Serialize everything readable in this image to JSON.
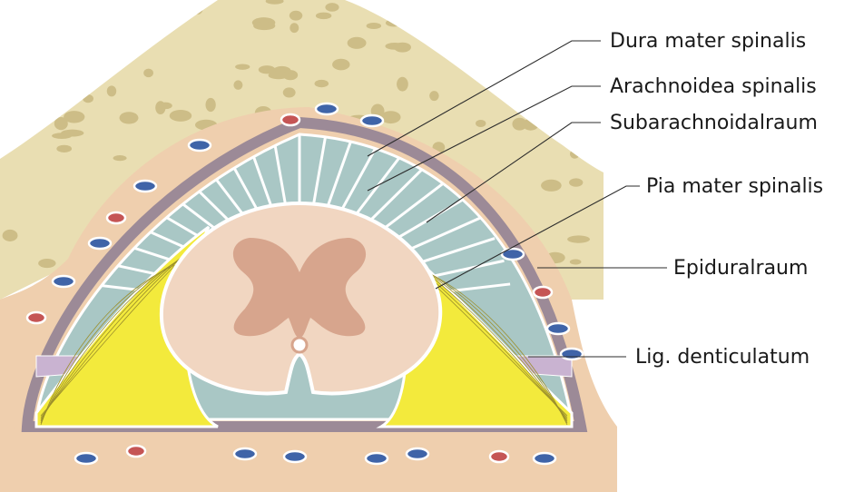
{
  "diagram": {
    "labels": {
      "dura": "Dura mater spinalis",
      "arachnoid": "Arachnoidea spinalis",
      "subarachnoid": "Subarachnoidalraum",
      "pia": "Pia mater spinalis",
      "epidural": "Epiduralraum",
      "ligament": "Lig. denticulatum"
    },
    "colors": {
      "bone": "#e9deb2",
      "bone_pore": "#cdbd87",
      "epidural_fat": "#efcfae",
      "dura": "#9c8a97",
      "csf": "#a9c7c5",
      "spinal_cord": "#f1d6c1",
      "grey_matter": "#d7a58d",
      "nerve_root": "#f3ea3c",
      "vein": "#3f64a8",
      "artery": "#c55555"
    }
  }
}
